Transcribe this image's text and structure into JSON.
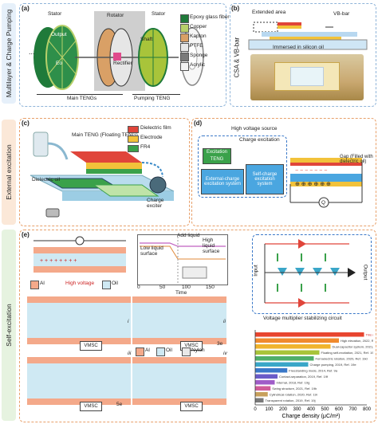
{
  "sidebars": {
    "multilayer": "Multilayer & Charge Pumping",
    "external": "External excitation",
    "self": "Self-excitation"
  },
  "panel_a": {
    "label": "(a)",
    "stator_left": "Stator",
    "rotator": "Rotator",
    "stator_right": "Stator",
    "output": "Output",
    "eo": "Eo",
    "shaft": "Shaft",
    "rectifier": "Rectifier",
    "dots": "...",
    "main_tengs": "Main TENGs",
    "pumping_teng": "Pumping TENG",
    "legend": [
      {
        "name": "Epoxy glass fiber",
        "color": "#1f7a3a"
      },
      {
        "name": "Copper",
        "color": "#b7d06a"
      },
      {
        "name": "Kapton",
        "color": "#d9a066"
      },
      {
        "name": "PTFE",
        "color": "#e6e6e6"
      },
      {
        "name": "Sponge",
        "color": "#7a7a7a"
      },
      {
        "name": "Acrylic",
        "color": "#f2f2f2"
      }
    ]
  },
  "panel_b": {
    "label": "(b)",
    "side": "CSA & VB-bar",
    "extended_area": "Extended area",
    "vb_bar": "VB-bar",
    "immersed": "Immersed in silicon oil"
  },
  "panel_c": {
    "label": "(c)",
    "main_teng": "Main TENG (Floating TENG)",
    "dielectric_oil": "Dielectric oil",
    "charge_exciter": "Charge exciter",
    "legend": [
      {
        "name": "Dielectric film",
        "color": "#e0453a"
      },
      {
        "name": "Electrode",
        "color": "#f2c23a"
      },
      {
        "name": "FR4",
        "color": "#3aa14a"
      }
    ]
  },
  "panel_d": {
    "label": "(d)",
    "hv_source": "High voltage source",
    "charge_excitation": "Charge excitation",
    "excitation_teng": "Excitation TENG",
    "external_system": "External-charge excitation system",
    "self_system": "Self-charge excitation system",
    "gap": "Gap (Filled with dielectric oil)",
    "q": "Q"
  },
  "panel_e": {
    "label": "(e)",
    "high_voltage": "High voltage",
    "al": "Al",
    "oil": "Oil",
    "nylon": "Nylon",
    "vmsc": "VMSC",
    "roman": [
      "i",
      "ii",
      "iii",
      "iv"
    ],
    "steps": [
      "3e",
      "5e"
    ],
    "plot": {
      "add_liquid": "Add liquid",
      "low_liquid": "Low liquid surface",
      "high_liquid": "High liquid surface",
      "xlabel": "Time",
      "xticks": [
        "0",
        "50",
        "100",
        "150"
      ]
    },
    "circuit": {
      "input": "Input",
      "output": "Output",
      "caption": "Voltage multiplier stabilizing circuit"
    }
  },
  "chart_data": {
    "type": "bar",
    "title": "",
    "xlabel": "Charge density (μC/m²)",
    "ylabel": "",
    "xlim": [
      0,
      800
    ],
    "xticks": [
      "0",
      "100",
      "200",
      "300",
      "400",
      "500",
      "600",
      "700",
      "800"
    ],
    "categories": [
      "This work",
      "High elevation, 2022, Ref. 19a",
      "Dual-capacitor system, 2021, Ref. 19b",
      "Floating self-excitation, 2021, Ref. 19c",
      "Ferroelectric rotation, 2020, Ref. 19d",
      "Charge pumping, 2019, Ref. 19e",
      "Freestanding mode, 2014, Ref. 9a",
      "Contact-separation, 2019, Ref. 19f",
      "Internal, 2018, Ref. 19g",
      "Swing structure, 2021, Ref. 19h",
      "Cylindrical rotation, 2020, Ref. 19i",
      "Transparent rotation, 2019, Ref. 19j"
    ],
    "values": [
      780,
      600,
      540,
      460,
      420,
      380,
      230,
      160,
      140,
      110,
      90,
      60
    ],
    "colors": [
      "#e8452f",
      "#f08a2d",
      "#f0b42d",
      "#a8c43a",
      "#4fae6a",
      "#3aa6c8",
      "#3a78c8",
      "#6a5cc8",
      "#a05cc8",
      "#d05c9a",
      "#c8a05c",
      "#7a7a7a"
    ]
  }
}
